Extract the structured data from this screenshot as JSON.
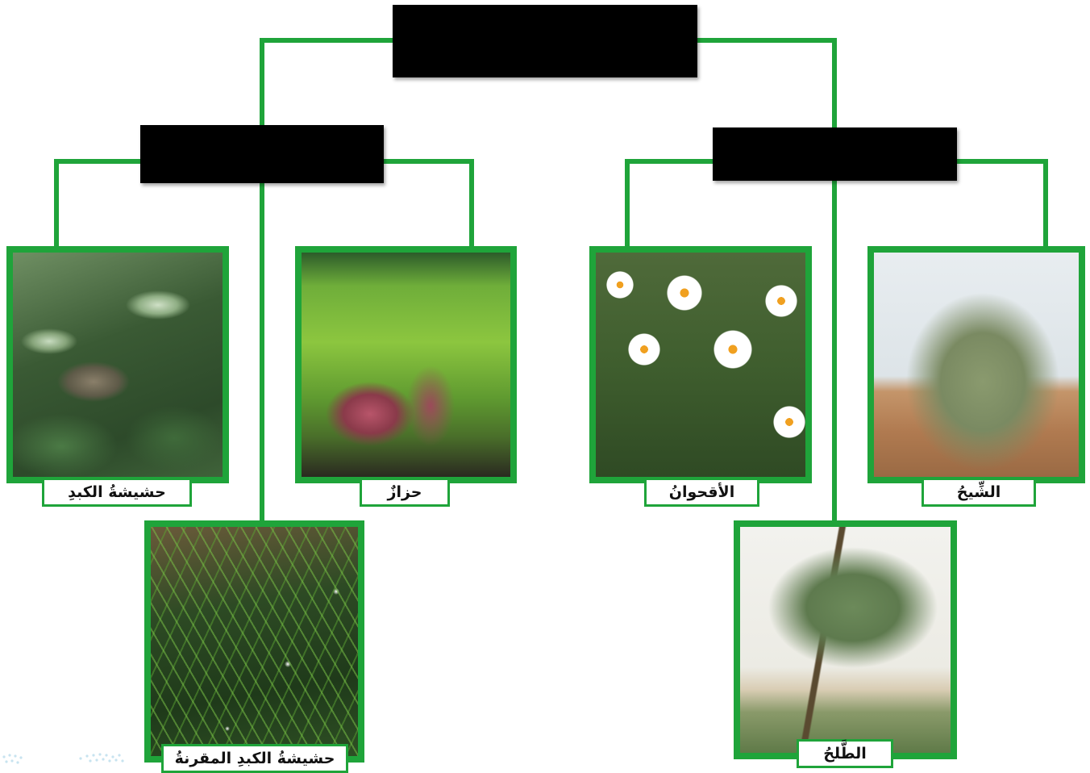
{
  "colors": {
    "connector": "#1fa43a",
    "hidden_box": "#000000"
  },
  "diagram": {
    "root": {
      "label": ""
    },
    "groups": [
      {
        "label": ""
      },
      {
        "label": ""
      }
    ],
    "plants": {
      "liverwort": {
        "label": "حشيشةُ الكبدِ",
        "image": "liverwort-photo"
      },
      "moss": {
        "label": "حزازٌ",
        "image": "moss-plant-photo"
      },
      "hornwort": {
        "label": "حشيشةُ الكبدِ المقرنةُ",
        "image": "hornwort-photo"
      },
      "chamomile": {
        "label": "الأقحوانُ",
        "image": "daisy-flowers-photo"
      },
      "shih": {
        "label": "الشِّيحُ",
        "image": "desert-shrub-photo"
      },
      "talh": {
        "label": "الطَّلحُ",
        "image": "acacia-tree-photo"
      }
    }
  }
}
